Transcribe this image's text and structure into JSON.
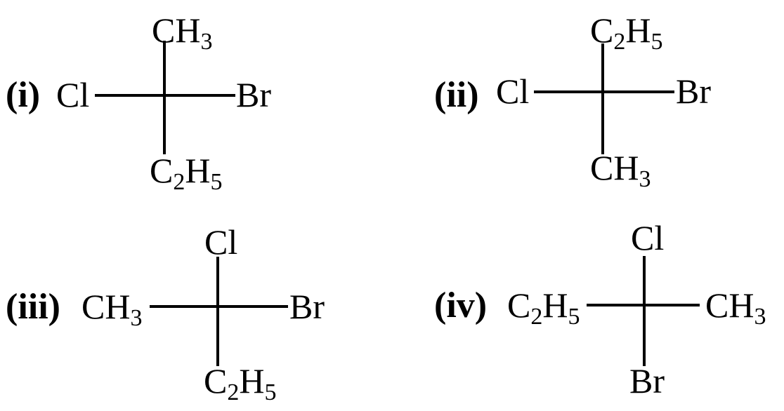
{
  "structures": [
    {
      "label": "(i)",
      "top": {
        "main": "CH",
        "sub": "3",
        "tail": ""
      },
      "left": {
        "main": "Cl",
        "sub": "",
        "tail": ""
      },
      "right": {
        "main": "Br",
        "sub": "",
        "tail": ""
      },
      "bottom": {
        "main": "C",
        "sub": "2",
        "tail": "H",
        "sub2": "5"
      }
    },
    {
      "label": "(ii)",
      "top": {
        "main": "C",
        "sub": "2",
        "tail": "H",
        "sub2": "5"
      },
      "left": {
        "main": "Cl",
        "sub": "",
        "tail": ""
      },
      "right": {
        "main": "Br",
        "sub": "",
        "tail": ""
      },
      "bottom": {
        "main": "CH",
        "sub": "3",
        "tail": ""
      }
    },
    {
      "label": "(iii)",
      "top": {
        "main": "Cl",
        "sub": "",
        "tail": ""
      },
      "left": {
        "main": "CH",
        "sub": "3",
        "tail": ""
      },
      "right": {
        "main": "Br",
        "sub": "",
        "tail": ""
      },
      "bottom": {
        "main": "C",
        "sub": "2",
        "tail": "H",
        "sub2": "5"
      }
    },
    {
      "label": "(iv)",
      "top": {
        "main": "Cl",
        "sub": "",
        "tail": ""
      },
      "left": {
        "main": "C",
        "sub": "2",
        "tail": "H",
        "sub2": "5"
      },
      "right": {
        "main": "CH",
        "sub": "3",
        "tail": ""
      },
      "bottom": {
        "main": "Br",
        "sub": "",
        "tail": ""
      }
    }
  ]
}
